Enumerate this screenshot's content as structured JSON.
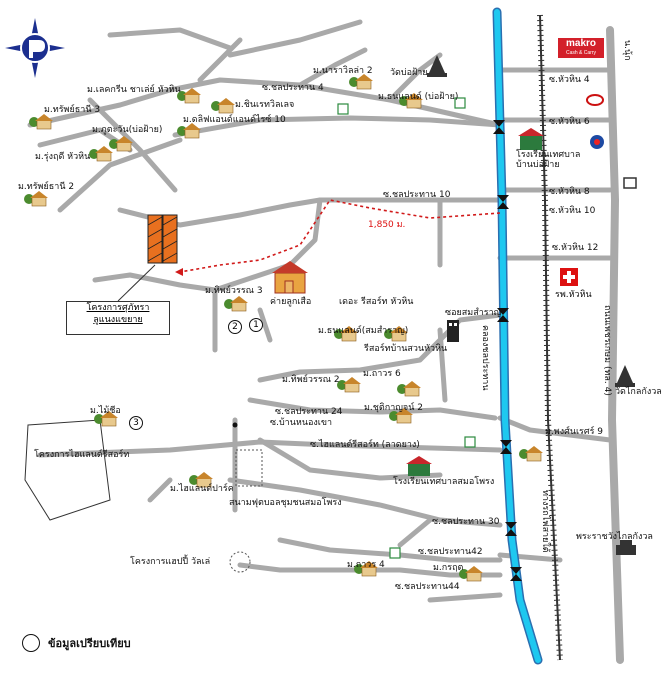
{
  "labels": {
    "makro_brand": "makro",
    "makro_sub": "Cash & Carry",
    "road_chonprathan_4": "ซ.ชลประทาน 4",
    "road_chonprathan_10": "ซ.ชลประทาน 10",
    "road_chonprathan_24": "ซ.ชลประทาน 24",
    "road_chonprathan_30": "ซ.ชลประทาน 30",
    "road_chonprathan_42": "ซ.ชลประทาน42",
    "road_chonprathan_44": "ซ.ชลประทาน44",
    "road_huahin_4": "ซ.หัวหิน 4",
    "road_huahin_6": "ซ.หัวหิน 6",
    "road_huahin_8": "ซ.หัวหิน 8",
    "road_huahin_10": "ซ.หัวหิน 10",
    "road_huahin_12": "ซ.หัวหิน 12",
    "road_ban_nongkhao": "ซ.บ้านหนองเขา",
    "road_hiland": "ซ.ไฮแลนด์รีสอร์ท (ลาดยาง)",
    "road_phongsanit_9": "ม.พงศ์นเรศร์ 9",
    "canal_label": "คลองชลประทาน",
    "railway_label": "ทางรถไฟสายใต้",
    "petchkasem_label": "ถนนเพชรเกษม (ทล. 4)",
    "distance": "1,850 ม.",
    "v_nara": "ม.นาราวิลล่า 2",
    "v_lake_green": "ม.เลคกรีน ชาเล่ย์ หัวหิน",
    "v_sanphet_3": "ม.ทรัพย์ธานี 3",
    "v_phukhawan": "ม.ภูตะวัน(บ่อฝ้าย)",
    "v_rungrudee": "ม.รุ่งฤดี หัวหิน",
    "v_sanphet_2": "ม.ทรัพย์ธานี 2",
    "v_chinnaset": "ม.ชินเรทวิลเลจ",
    "v_lifestyle": "ม.ดลิฟแอนด์แอนด์ไรซ์ 10",
    "v_thanaland_bofai": "ม.ธนแลนด์ (บ่อฝ้าย)",
    "wat_bofai": "วัดบ่อฝ้าย",
    "school_bofai": "โรงเรียนเทศบาลบ้านบ่อฝ้าย",
    "hospital": "รพ.หัวหิน",
    "wat_klaikangwon": "วัดไกลกังวล",
    "palace": "พระราชวังไกลกังวล",
    "camp": "ค่ายลูกเสือ",
    "v_thipwarin_3": "ม.ทิพย์วรรณ 3",
    "project_name": "โครงการศุภัทรา",
    "project_sub": "ลูแนงแขยาย",
    "the_resort": "เดอะ รีสอร์ท หัวหิน",
    "soi_lamsamran": "ซอยสมสำราญ",
    "v_thanaland_somsamran": "ม.ธนแลนด์(สมสำราญ)",
    "resort_ban_suan": "รีสอร์ทบ้านสวนหัวหิน",
    "v_thipwarin_2": "ม.ทิพย์วรรณ 2",
    "v_thavorn_6": "ม.ถาวร 6",
    "v_chutikarn_2": "ม.ชุติกาญจน์ 2",
    "v_maitree": "ม.ไม้ชีอ",
    "hiland_project": "โครงการไฮแลนด์รีสอร์ท",
    "v_hiland_park": "ม.ไฮแลนด์ปาร์ค",
    "golf": "สนามฟุตบอลชุมชนสมอโพรง",
    "school_samoprong": "โรงเรียนเทศบาลสมอโพรง",
    "happy_land": "โครงการแฮปปี้ วัลเล่",
    "v_thavorn_4": "ม.ถาวร 4",
    "v_korarit": "ม.กรฤต",
    "north_label": "น.นุ้ก",
    "legend_text": "ข้อมูลเปรียบเทียบ",
    "num_1": "1",
    "num_2": "2",
    "num_3": "3"
  },
  "colors": {
    "road": "#a9a9a9",
    "canal": "#1ec8f0",
    "canal_edge": "#2b6fb0",
    "route": "#d11a1a",
    "railway": "#333333",
    "house_roof": "#c8852b",
    "house_body": "#e8c98d",
    "house_tree": "#4b8b2e",
    "project_orange": "#e8701f"
  },
  "icons": [
    "compass-logo-icon",
    "house-icon",
    "temple-icon",
    "school-icon",
    "hospital-icon",
    "convenience-store-icon",
    "intersection-icon",
    "palace-icon",
    "toyota-icon",
    "ptt-icon",
    "project-building-icon"
  ]
}
